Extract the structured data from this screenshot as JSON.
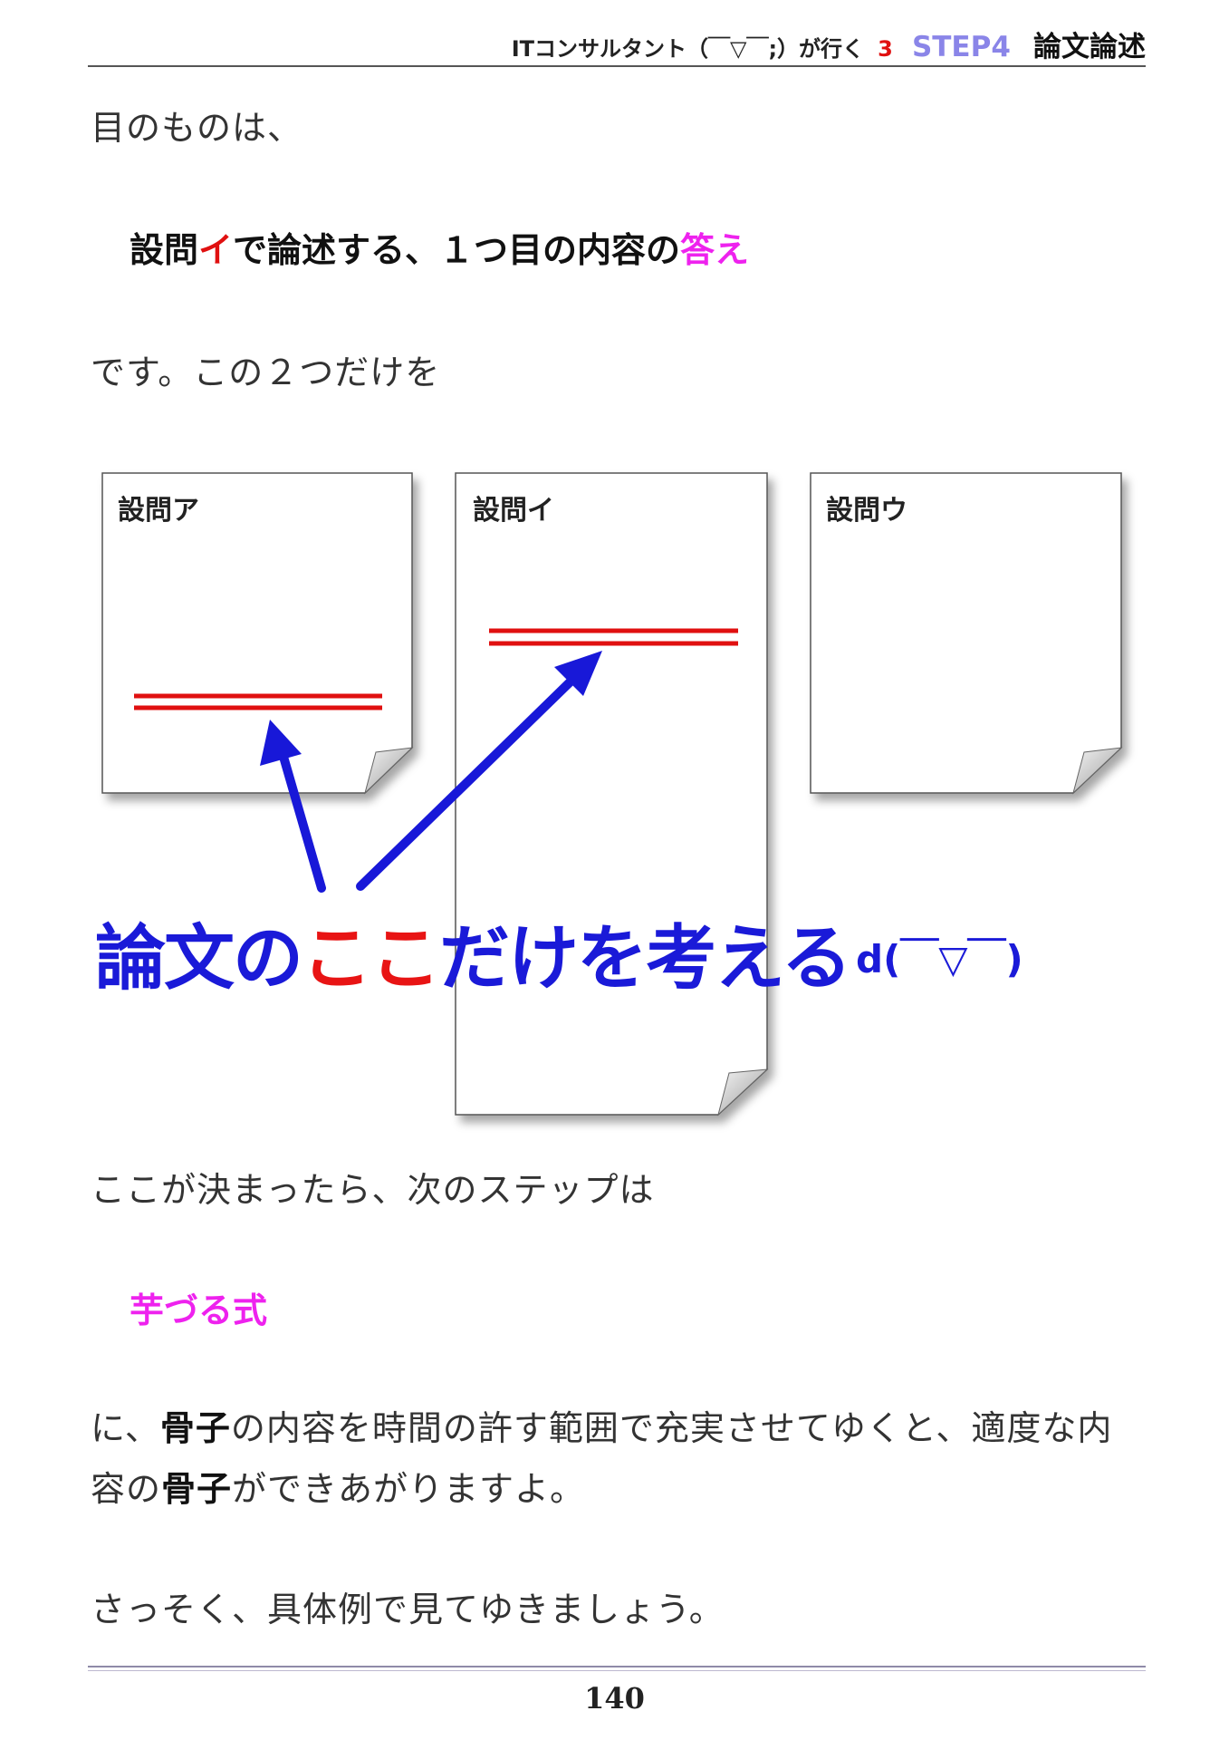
{
  "header": {
    "series": "ITコンサルタント（￣▽￣;）が行く",
    "volume": "3",
    "step": "STEP4",
    "section": "論文論述"
  },
  "paragraphs": {
    "p1": "目のものは、",
    "emph1_a": "設問",
    "emph1_b": "イ",
    "emph1_c": "で論述する、１つ目の内容の",
    "emph1_d": "答え",
    "p2": "です。この２つだけを",
    "p3": "ここが決まったら、次のステップは",
    "emph2": "芋づる式",
    "p4_a": "に、",
    "p4_b": "骨子",
    "p4_c": "の内容を時間の許す範囲で充実させてゆくと、適度な内",
    "p5_a": "容の",
    "p5_b": "骨子",
    "p5_c": "ができあがりますよ。",
    "p6": "さっそく、具体例で見てゆきましょう。"
  },
  "diagram": {
    "sheets": [
      {
        "title": "設問ア"
      },
      {
        "title": "設問イ"
      },
      {
        "title": "設問ウ"
      }
    ],
    "slogan_a": "論文の",
    "slogan_b": "ここ",
    "slogan_c": "だけを考える",
    "face": "d(￣▽￣)",
    "colors": {
      "arrow": "#1818d8",
      "underline": "#e01010",
      "slogan": "#1a1ad8",
      "highlight": "#e81414"
    }
  },
  "footer": {
    "page_number": "140"
  }
}
